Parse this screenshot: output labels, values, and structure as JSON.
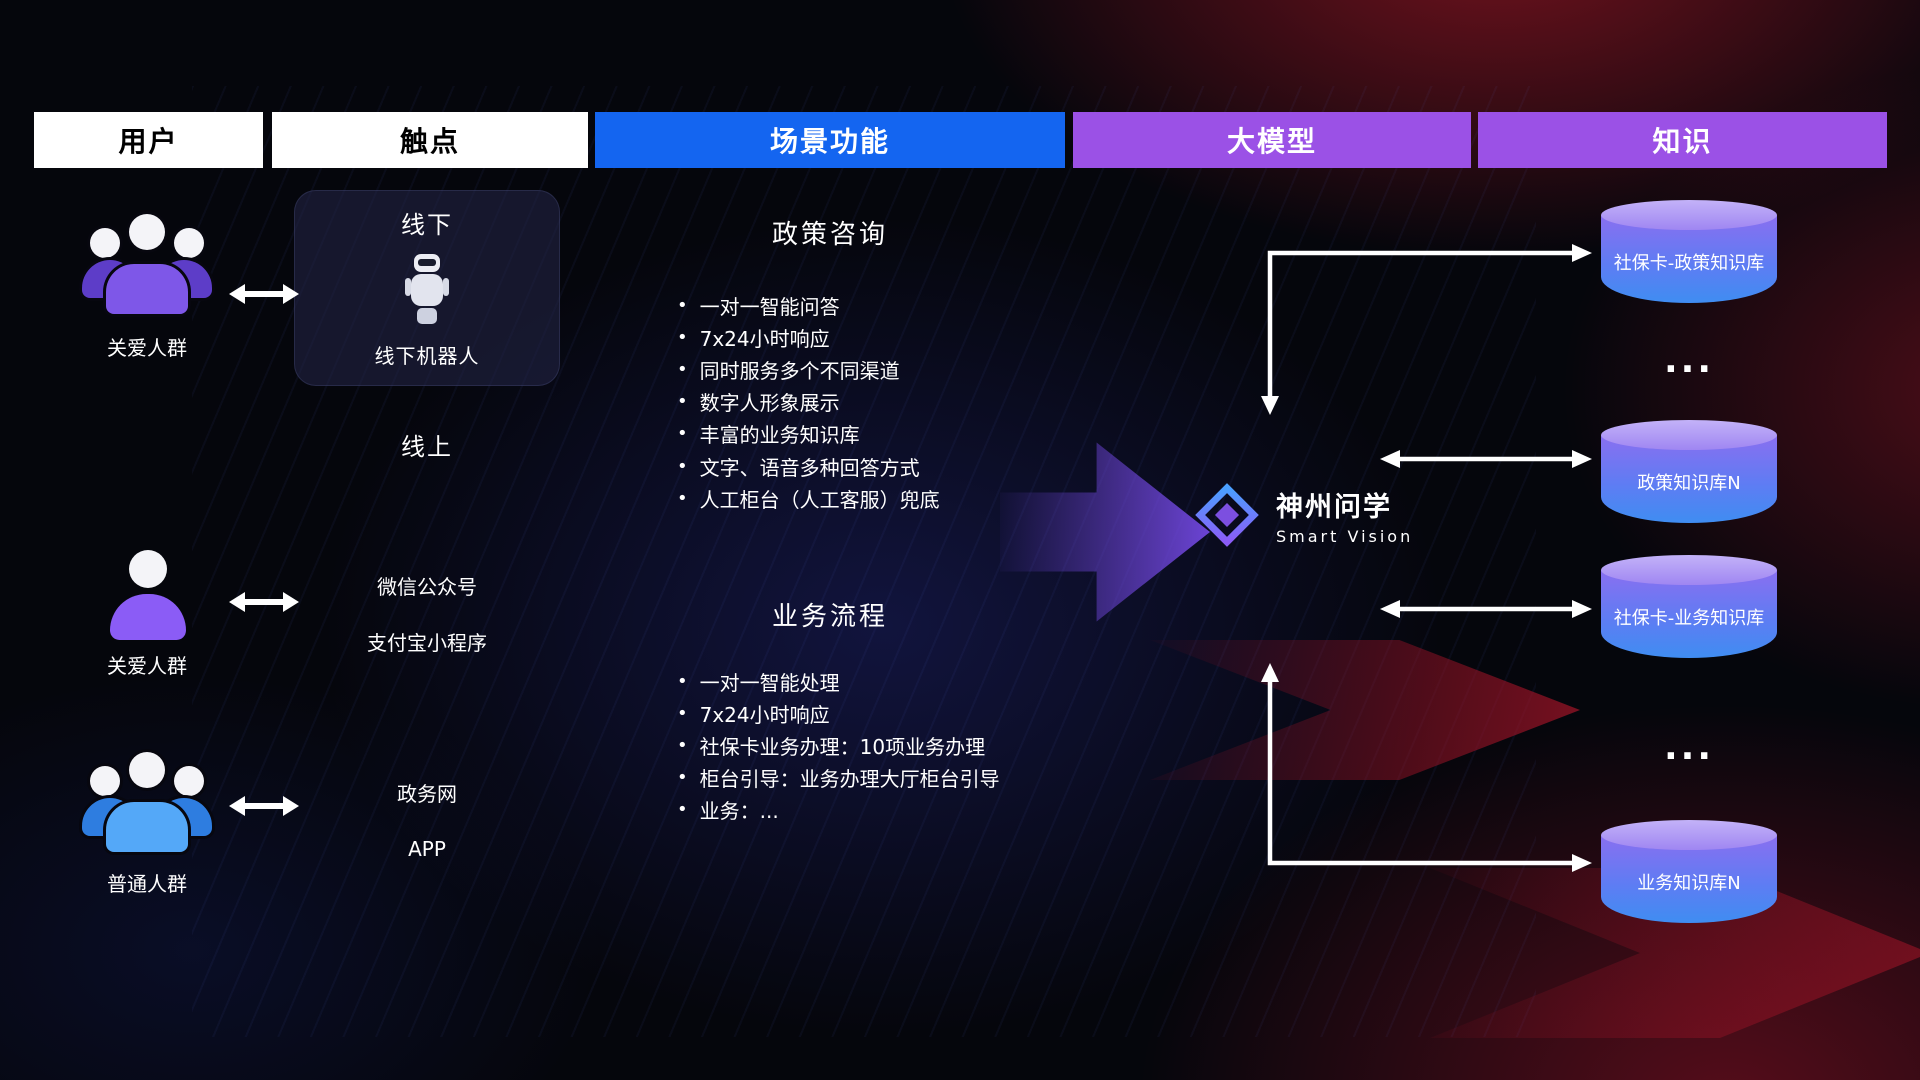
{
  "header": {
    "columns": [
      {
        "label": "用户"
      },
      {
        "label": "触点"
      },
      {
        "label": "场景功能"
      },
      {
        "label": "大模型"
      },
      {
        "label": "知识"
      }
    ]
  },
  "users": [
    {
      "label": "关爱人群"
    },
    {
      "label": "关爱人群"
    },
    {
      "label": "普通人群"
    }
  ],
  "touchpoints": {
    "offline_title": "线下",
    "robot_label": "线下机器人",
    "online_title": "线上",
    "channels": [
      "微信公众号",
      "支付宝小程序",
      "政务网",
      "APP"
    ]
  },
  "scenes": [
    {
      "title": "政策咨询",
      "items": [
        "一对一智能问答",
        "7x24小时响应",
        "同时服务多个不同渠道",
        "数字人形象展示",
        "丰富的业务知识库",
        "文字、语音多种回答方式",
        "人工柜台（人工客服）兜底"
      ]
    },
    {
      "title": "业务流程",
      "items": [
        "一对一智能处理",
        "7x24小时响应",
        "社保卡业务办理：10项业务办理",
        "柜台引导：业务办理大厅柜台引导",
        "业务：..."
      ]
    }
  ],
  "model": {
    "name": "神州问学",
    "subtitle": "Smart Vision"
  },
  "knowledge": {
    "dots": "...",
    "items": [
      "社保卡-政策知识库",
      "政策知识库N",
      "社保卡-业务知识库",
      "业务知识库N"
    ]
  },
  "icons": {
    "group_user": "group-users-icon",
    "single_user": "person-icon",
    "robot": "robot-icon",
    "logo": "diamond-logo-icon",
    "double_arrow": "double-arrow-icon",
    "database": "database-cylinder-icon",
    "flow": "flow-arrow-icon"
  },
  "colors": {
    "header_blue": "#1465f0",
    "header_purple": "#9b51e6",
    "accent_purple": "#8b5cf6",
    "accent_blue": "#54a8f8",
    "db_top": "#b29df6",
    "db_bottom": "#3f86f0",
    "text": "#ffffff"
  }
}
